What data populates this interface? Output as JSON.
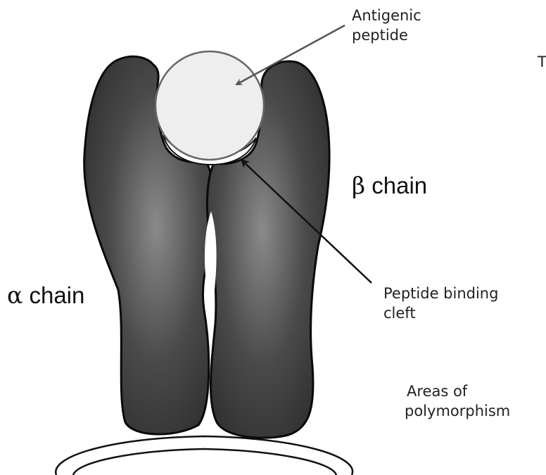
{
  "labels": {
    "antigenic_line1": "Antigenic",
    "antigenic_line2": "peptide",
    "partial_letter": "T",
    "beta_symbol": "β",
    "beta_word": "chain",
    "alpha_symbol": "α",
    "alpha_word": "chain",
    "cleft_line1": "Peptide binding",
    "cleft_line2": "cleft",
    "poly_line1": "Areas of",
    "poly_line2": "polymorphism"
  },
  "colors": {
    "chain_dark": "#3a3a3a",
    "chain_light": "#8a8a8a",
    "peptide_fill": "#eeeeee",
    "outline": "#111111",
    "arrow_gray": "#555555"
  }
}
